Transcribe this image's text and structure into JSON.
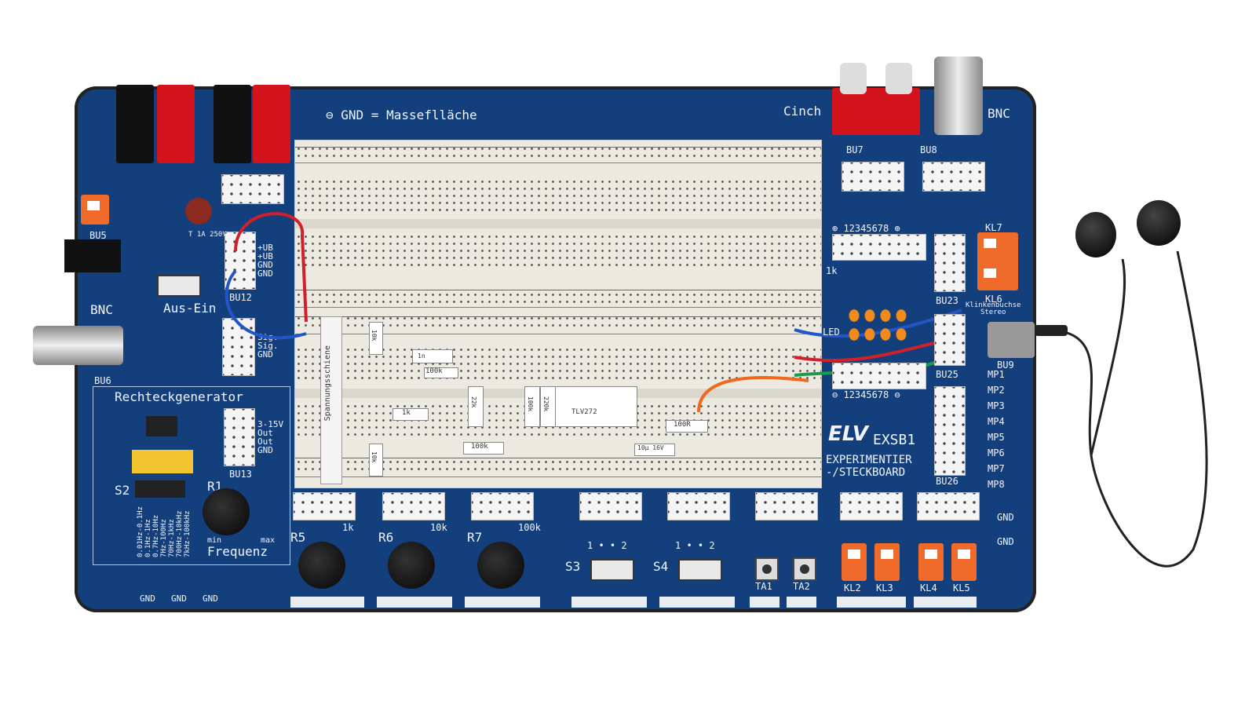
{
  "board": {
    "gnd_title": "⊖ GND = Masseflläche",
    "cinch": "Cinch",
    "bnc_top": "BNC",
    "bnc_left": "BNC",
    "bu5": "BU5",
    "bu6": "BU6",
    "bu7": "BU7",
    "bu8": "BU8",
    "bu9": "BU9",
    "bu12": "BU12",
    "bu13": "BU13",
    "bu23": "BU23",
    "bu25": "BU25",
    "bu26": "BU26",
    "aus_ein": "Aus-Ein",
    "fuse": "T 1A 250V",
    "bu12_pins": "+UB\n+UB\nGND\nGND",
    "bu6_pins": "Sig.\nSig.\nGND",
    "rechteck": "Rechteckgenerator",
    "bu13_pins": "3-15V\nOut\nOut\nGND",
    "s2": "S2",
    "r1": "R1",
    "min": "min",
    "max": "max",
    "frequenz": "Frequenz",
    "freq_ranges": [
      "0.01Hz-0.1Hz",
      "0.1Hz-1Hz",
      "0.7Hz-10Hz",
      "7Hz-100Hz",
      "70Hz-1kHz",
      "700Hz-10kHz",
      "7kHz-100kHz"
    ],
    "gnd_pads": [
      "GND",
      "GND",
      "GND"
    ],
    "pots": [
      {
        "name": "R5",
        "value": "1k"
      },
      {
        "name": "R6",
        "value": "10k"
      },
      {
        "name": "R7",
        "value": "100k"
      }
    ],
    "switches": [
      "S3",
      "S4"
    ],
    "sw_pins": "1 • • 2",
    "buttons": [
      "TA1",
      "TA2"
    ],
    "terminals": [
      "KL2",
      "KL3",
      "KL4",
      "KL5",
      "KL6",
      "KL7"
    ],
    "led_plus": "⊕ 12345678 ⊕",
    "led_minus": "⊖ 12345678 ⊖",
    "r1k": "1k",
    "led": "LED",
    "klinke": "Klinkenbuchse\nStereo",
    "mp": [
      "MP1",
      "MP2",
      "MP3",
      "MP4",
      "MP5",
      "MP6",
      "MP7",
      "MP8"
    ],
    "gnd_right": [
      "GND",
      "GND"
    ],
    "brand": "ELV",
    "model": "EXSB1",
    "desc": "EXPERIMENTIER\n-/STECKBOARD",
    "spannung": "Spannungsschiene",
    "parts": [
      "10k",
      "1n",
      "100k",
      "1k",
      "22k",
      "100k",
      "220k",
      "TLV272",
      "100R",
      "100k",
      "10µ 16V",
      "10k"
    ]
  }
}
